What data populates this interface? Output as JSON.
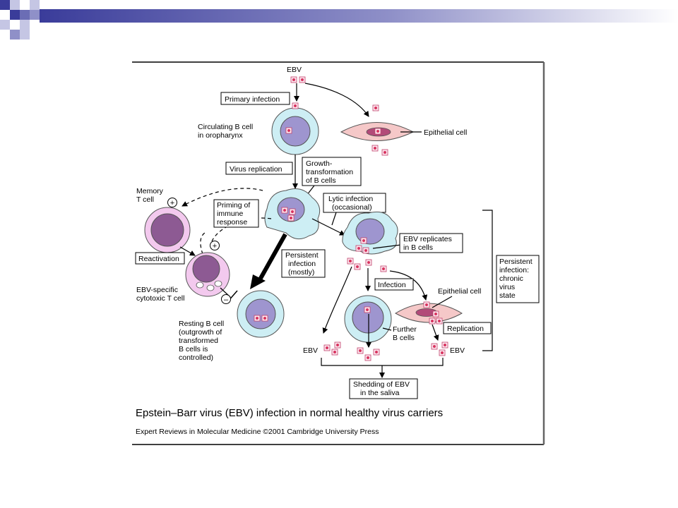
{
  "colors": {
    "header_dark": "#3a3c9a",
    "header_light": "#ffffff",
    "b_cell": "#cdeef4",
    "b_nucleus": "#9e95cf",
    "t_cell": "#f3c9ee",
    "t_nucleus": "#8d5a93",
    "virion": "#e0608a",
    "epithelial": "#f5c8c8",
    "epithelial_nucleus": "#b24a78"
  },
  "icons": [
    "plus-sign-icon",
    "minus-sign-icon",
    "ebv-virion-icon",
    "b-cell-icon",
    "t-cell-icon",
    "epithelial-cell-icon"
  ],
  "labels": {
    "ebv_top": "EBV",
    "primary_infection": "Primary infection",
    "circulating_1": "Circulating B cell",
    "circulating_2": "in oropharynx",
    "epithelial_cell_top": "Epithelial cell",
    "virus_replication": "Virus replication",
    "growth_1": "Growth-",
    "growth_2": "transformation",
    "growth_3": "of B cells",
    "memory_1": "Memory",
    "memory_2": "T cell",
    "priming_1": "Priming of",
    "priming_2": "immune",
    "priming_3": "response",
    "lytic_1": "Lytic infection",
    "lytic_2": "(occasional)",
    "reactivation": "Reactivation",
    "ebv_specific_1": "EBV-specific",
    "ebv_specific_2": "cytotoxic T cell",
    "persistent_1": "Persistent",
    "persistent_2": "infection",
    "persistent_3": "(mostly)",
    "replicates_1": "EBV replicates",
    "replicates_2": "in B cells",
    "chronic_1": "Persistent",
    "chronic_2": "infection:",
    "chronic_3": "chronic",
    "chronic_4": "virus",
    "chronic_5": "state",
    "infection": "Infection",
    "epithelial_cell_lower": "Epithelial cell",
    "resting_1": "Resting B cell",
    "resting_2": "(outgrowth of",
    "resting_3": "transformed",
    "resting_4": "B cells is",
    "resting_5": "controlled)",
    "further_1": "Further",
    "further_2": "B cells",
    "replication": "Replication",
    "ebv_left": "EBV",
    "ebv_right": "EBV",
    "shedding_1": "Shedding of EBV",
    "shedding_2": "in the saliva",
    "plus": "+",
    "minus": "–"
  },
  "caption": {
    "title": "Epstein–Barr virus (EBV) infection in normal healthy virus carriers",
    "source": "Expert Reviews in Molecular Medicine ©2001 Cambridge University Press"
  }
}
